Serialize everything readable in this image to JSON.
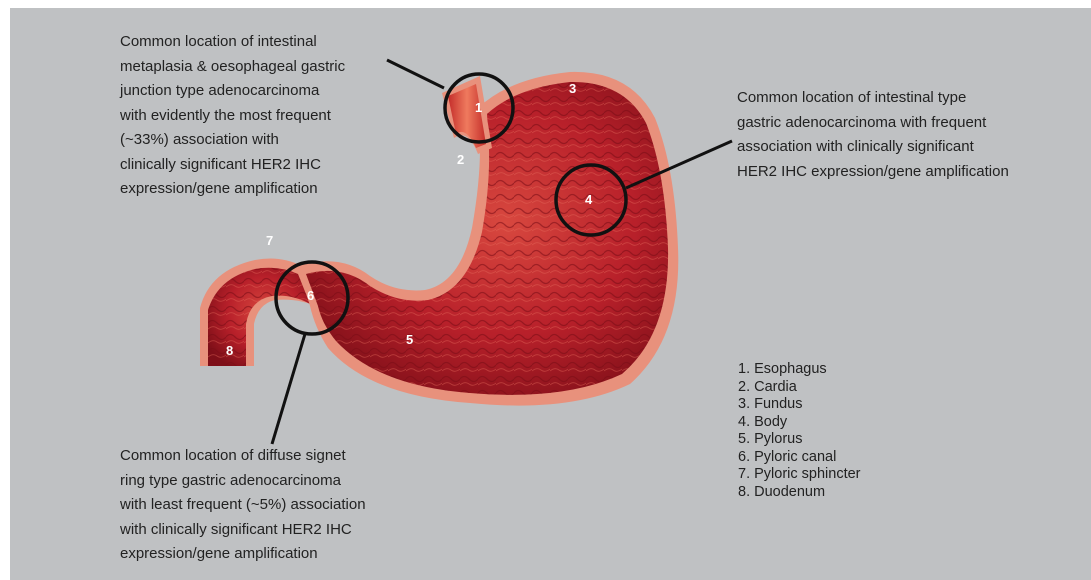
{
  "captions": {
    "top_left": [
      "Common location of intestinal",
      "metaplasia & oesophageal gastric",
      "junction type adenocarcinoma",
      "with evidently the most frequent",
      "(~33%) association with",
      "clinically significant HER2 IHC",
      "expression/gene amplification"
    ],
    "right": [
      "Common location of intestinal type",
      "gastric adenocarcinoma with frequent",
      "association with clinically significant",
      "HER2 IHC expression/gene amplification"
    ],
    "bottom_left": [
      "Common location of diffuse signet",
      "ring type gastric adenocarcinoma",
      "with least frequent (~5%) association",
      "with clinically significant HER2 IHC",
      "expression/gene amplification"
    ]
  },
  "numbers": [
    "1",
    "2",
    "3",
    "4",
    "5",
    "6",
    "7",
    "8"
  ],
  "legend": [
    "1. Esophagus",
    "2. Cardia",
    "3. Fundus",
    "4. Body",
    "5. Pylorus",
    "6. Pyloric canal",
    "7. Pyloric sphincter",
    "8. Duodenum"
  ],
  "colors": {
    "background": "#bfc1c3",
    "stomach_wall": "#e8917c",
    "stomach_interior": "#b8202a",
    "callout": "#111111"
  }
}
